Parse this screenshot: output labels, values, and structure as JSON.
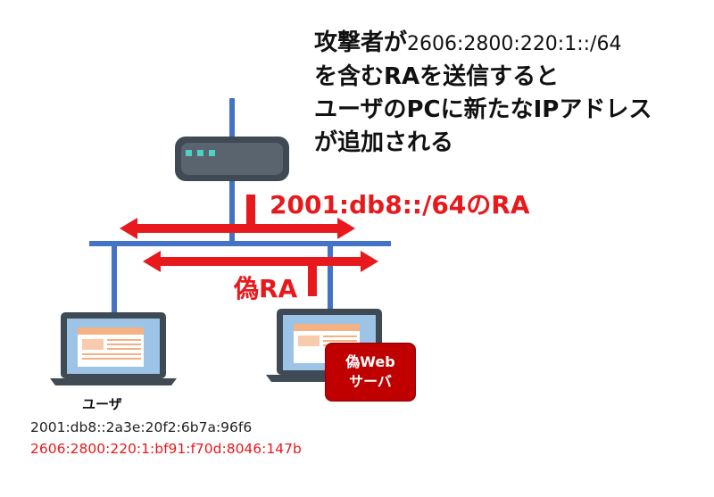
{
  "title": {
    "line1_prefix": "攻撃者が",
    "line1_prefix_address": "2606:2800:220:1::/64",
    "line2": "を含むRAを送信すると",
    "line3": "ユーザのPCに新たなIPアドレス",
    "line4": "が追加される"
  },
  "ra_label": "2001:db8::/64のRA",
  "fake_ra_label": "偽RA",
  "fake_server_badge": {
    "line1": "偽Web",
    "line2": "サーバ"
  },
  "user_label": "ユーザ",
  "user_addresses": [
    {
      "text": "2001:db8::2a3e:20f2:6b7a:96f6",
      "color": "#222222"
    },
    {
      "text": "2606:2800:220:1:bf91:f70d:8046:147b",
      "color": "#e8191c"
    }
  ],
  "colors": {
    "network_line": "#4472c4",
    "arrow": "#e8191c",
    "router": "#3f4a54",
    "laptop_screen": "#9dc3e6",
    "badge": "#c00000"
  }
}
